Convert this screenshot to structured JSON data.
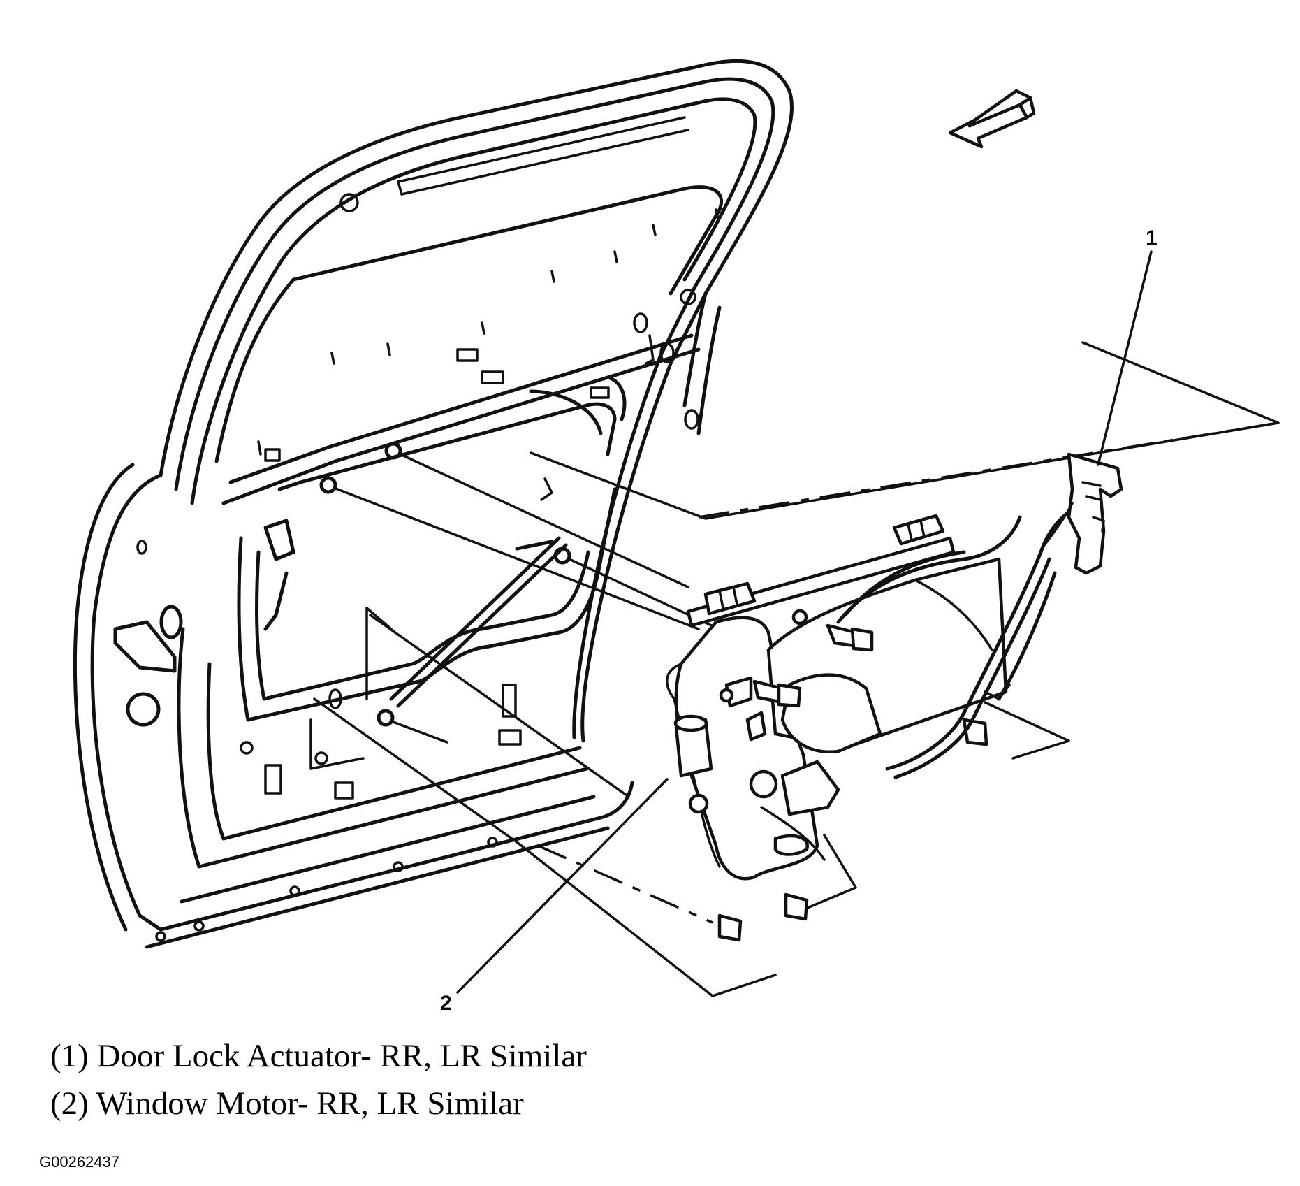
{
  "diagram": {
    "callouts": [
      {
        "number": "1"
      },
      {
        "number": "2"
      }
    ],
    "legend": [
      "(1) Door Lock Actuator- RR, LR Similar",
      "(2) Window Motor- RR, LR Similar"
    ],
    "figure_id": "G00262437",
    "icons": [
      "direction-arrow-icon"
    ]
  }
}
